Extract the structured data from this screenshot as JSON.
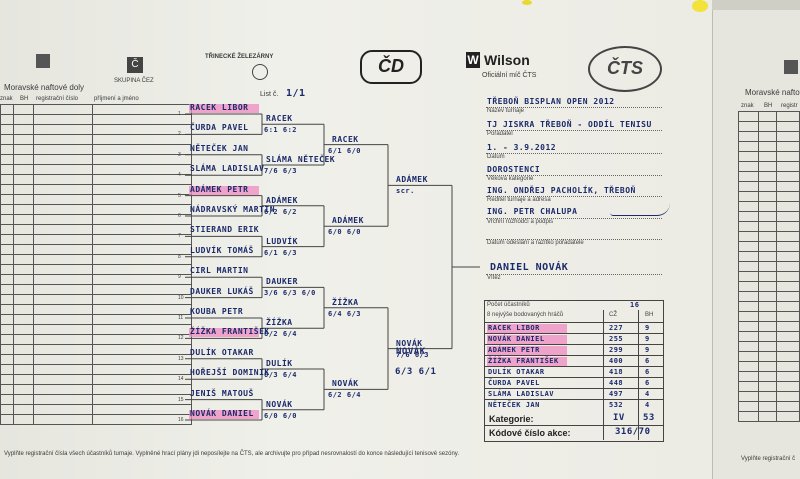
{
  "left_header": {
    "org": "Moravské naftové doly",
    "col_znak": "znak",
    "col_bh": "BH",
    "col_reg": "registrační číslo",
    "col_name": "příjmení a jméno"
  },
  "right_header": {
    "org": "Moravské naftové",
    "col_znak": "znak",
    "col_bh": "BH",
    "col_reg": "registr"
  },
  "logos": {
    "cez": "SKUPINA ČEZ",
    "trinec": "TŘINECKÉ ŽELEZÁRNY",
    "cd": "ČD",
    "wilson": "Wilson",
    "wilson_sub": "Oficiální míč ČTS",
    "cts": "ČTS"
  },
  "sheet": {
    "list_label": "List č.",
    "list_value": "1/1"
  },
  "round1": [
    {
      "name": "RACEK LIBOR",
      "seed": "1"
    },
    {
      "name": "ČURDA PAVEL",
      "seed": "2"
    },
    {
      "name": "NĚTEČEK JAN",
      "seed": "3"
    },
    {
      "name": "SLÁMA LADISLAV",
      "seed": "4"
    },
    {
      "name": "ADÁMEK PETR",
      "seed": "5"
    },
    {
      "name": "NÁDRAVSKÝ MARTIN",
      "seed": "6"
    },
    {
      "name": "STIERAND ERIK",
      "seed": "7"
    },
    {
      "name": "LUDVÍK TOMÁŠ",
      "seed": "8"
    },
    {
      "name": "CIRL MARTIN",
      "seed": "9"
    },
    {
      "name": "DAUKER LUKÁŠ",
      "seed": "10"
    },
    {
      "name": "KOUBA PETR",
      "seed": "11"
    },
    {
      "name": "ŽÍŽKA FRANTIŠEK",
      "seed": "12"
    },
    {
      "name": "DULÍK OTAKAR",
      "seed": "13"
    },
    {
      "name": "HOŘEJŠÍ DOMINIK",
      "seed": "14"
    },
    {
      "name": "JENIŠ MATOUŠ",
      "seed": "15"
    },
    {
      "name": "NOVÁK DANIEL",
      "seed": "16"
    }
  ],
  "round2": [
    {
      "name": "RACEK",
      "score": "6:1 6:2"
    },
    {
      "name": "SLÁMA NĚTEČEK",
      "score": "7/6 6/3"
    },
    {
      "name": "ADÁMEK",
      "score": "6/2 6/2"
    },
    {
      "name": "LUDVÍK",
      "score": "6/1 6/3"
    },
    {
      "name": "DAUKER",
      "score": "3/6 6/3 6/0"
    },
    {
      "name": "ŽÍŽKA",
      "score": "6/2 6/4"
    },
    {
      "name": "DULÍK",
      "score": "6/3 6/4"
    },
    {
      "name": "NOVÁK",
      "score": "6/0 6/0"
    }
  ],
  "round3": [
    {
      "name": "RACEK",
      "score": "6/1 6/0"
    },
    {
      "name": "ADÁMEK",
      "score": "6/0 6/0"
    },
    {
      "name": "ŽÍŽKA",
      "score": "6/4 6/3"
    },
    {
      "name": "NOVÁK",
      "score": "6/2 6/4"
    }
  ],
  "round4": [
    {
      "name": "ADÁMEK",
      "score": "scr."
    },
    {
      "name": "NOVÁK",
      "score": "7/6 6/3"
    }
  ],
  "final": {
    "name": "NOVÁK",
    "score": "6/3 6/1"
  },
  "info": {
    "tournament_name": "TŘEBOŇ BISPLAN OPEN 2012",
    "tournament_name_lbl": "Název turnaje",
    "organizer": "TJ JISKRA TŘEBOŇ - ODDÍL TENISU",
    "organizer_lbl": "Pořadatel",
    "date": "1. - 3.9.2012",
    "date_lbl": "Datum",
    "category": "DOROSTENCI",
    "category_lbl": "Věková kategorie",
    "director": "ING. ONDŘEJ PACHOLÍK, TŘEBOŇ",
    "director_lbl": "Ředitel turnaje a adresa",
    "referee": "ING. PETR CHALUPA",
    "referee_lbl": "Vrchní rozhodčí a podpis",
    "sent_lbl": "Datum odeslání a razítko pořadatele",
    "winner": "DANIEL NOVÁK",
    "winner_lbl": "Vítěz"
  },
  "participants": {
    "count_lbl": "Počet účastníků",
    "count": "16",
    "best_lbl": "8 nejvýše bodovaných hráčů",
    "col_cz": "CŽ",
    "col_bh": "BH",
    "rows": [
      {
        "name": "RACEK LIBOR",
        "cz": "227",
        "bh": "9"
      },
      {
        "name": "NOVÁK DANIEL",
        "cz": "255",
        "bh": "9"
      },
      {
        "name": "ADÁMEK PETR",
        "cz": "299",
        "bh": "9"
      },
      {
        "name": "ŽÍŽKA FRANTIŠEK",
        "cz": "400",
        "bh": "6"
      },
      {
        "name": "DULÍK OTAKAR",
        "cz": "418",
        "bh": "6"
      },
      {
        "name": "ČURDA PAVEL",
        "cz": "448",
        "bh": "6"
      },
      {
        "name": "SLÁMA LADISLAV",
        "cz": "497",
        "bh": "4"
      },
      {
        "name": "NĚTEČEK JAN",
        "cz": "532",
        "bh": "4"
      }
    ],
    "category_lbl": "Kategorie:",
    "category_value": "IV",
    "category_value2": "53",
    "code_lbl": "Kódové číslo akce:",
    "code_value": "316/70"
  },
  "footer": "Vyplňte registrační čísla všech účastníků turnaje. Vyplněné hrací plány jdi neposílejte na ČTS, ale archivujte pro případ nesrovnalostí do konce následující tenisové sezóny.",
  "footer_right": "Vyplňte registrační č"
}
